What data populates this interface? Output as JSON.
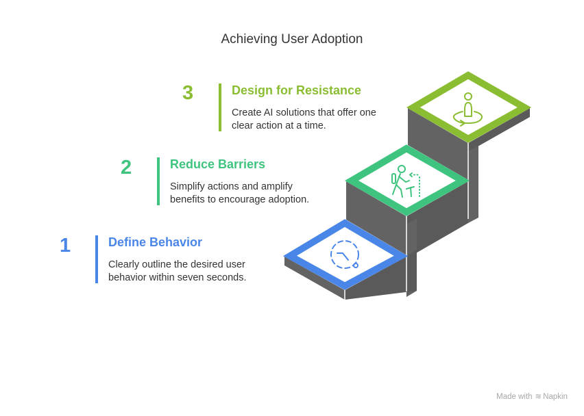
{
  "title": "Achieving User Adoption",
  "steps": [
    {
      "number": "1",
      "heading": "Define Behavior",
      "description": "Clearly outline the desired user behavior within seven seconds.",
      "color": "#4a86e8",
      "icon": "dashed-clock-icon"
    },
    {
      "number": "2",
      "heading": "Reduce Barriers",
      "description": "Simplify actions and amplify benefits to encourage adoption.",
      "color": "#3ec47f",
      "icon": "hiker-icon"
    },
    {
      "number": "3",
      "heading": "Design for Resistance",
      "description": "Create AI solutions that offer one clear action at a time.",
      "color": "#8bbd33",
      "icon": "person-rotate-icon"
    }
  ],
  "colors": {
    "wall": "#636363",
    "text": "#333333"
  },
  "footer": {
    "label_prefix": "Made with",
    "brand": "Napkin"
  }
}
